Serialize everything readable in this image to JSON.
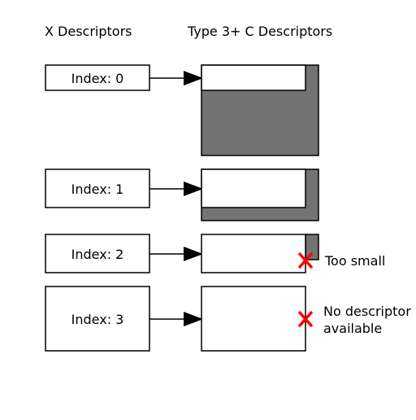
{
  "headers": {
    "left": "X Descriptors",
    "right": "Type 3+ C Descriptors"
  },
  "colors": {
    "stroke": "#000000",
    "fill_used": "#737373",
    "fill_free": "#ffffff",
    "marker": "#ff0000"
  },
  "rows": [
    {
      "index_label": "Index: 0",
      "status": ""
    },
    {
      "index_label": "Index: 1",
      "status": ""
    },
    {
      "index_label": "Index: 2",
      "status": "Too small"
    },
    {
      "index_label": "Index: 3",
      "status_line1": "No descriptor",
      "status_line2": "available"
    }
  ]
}
